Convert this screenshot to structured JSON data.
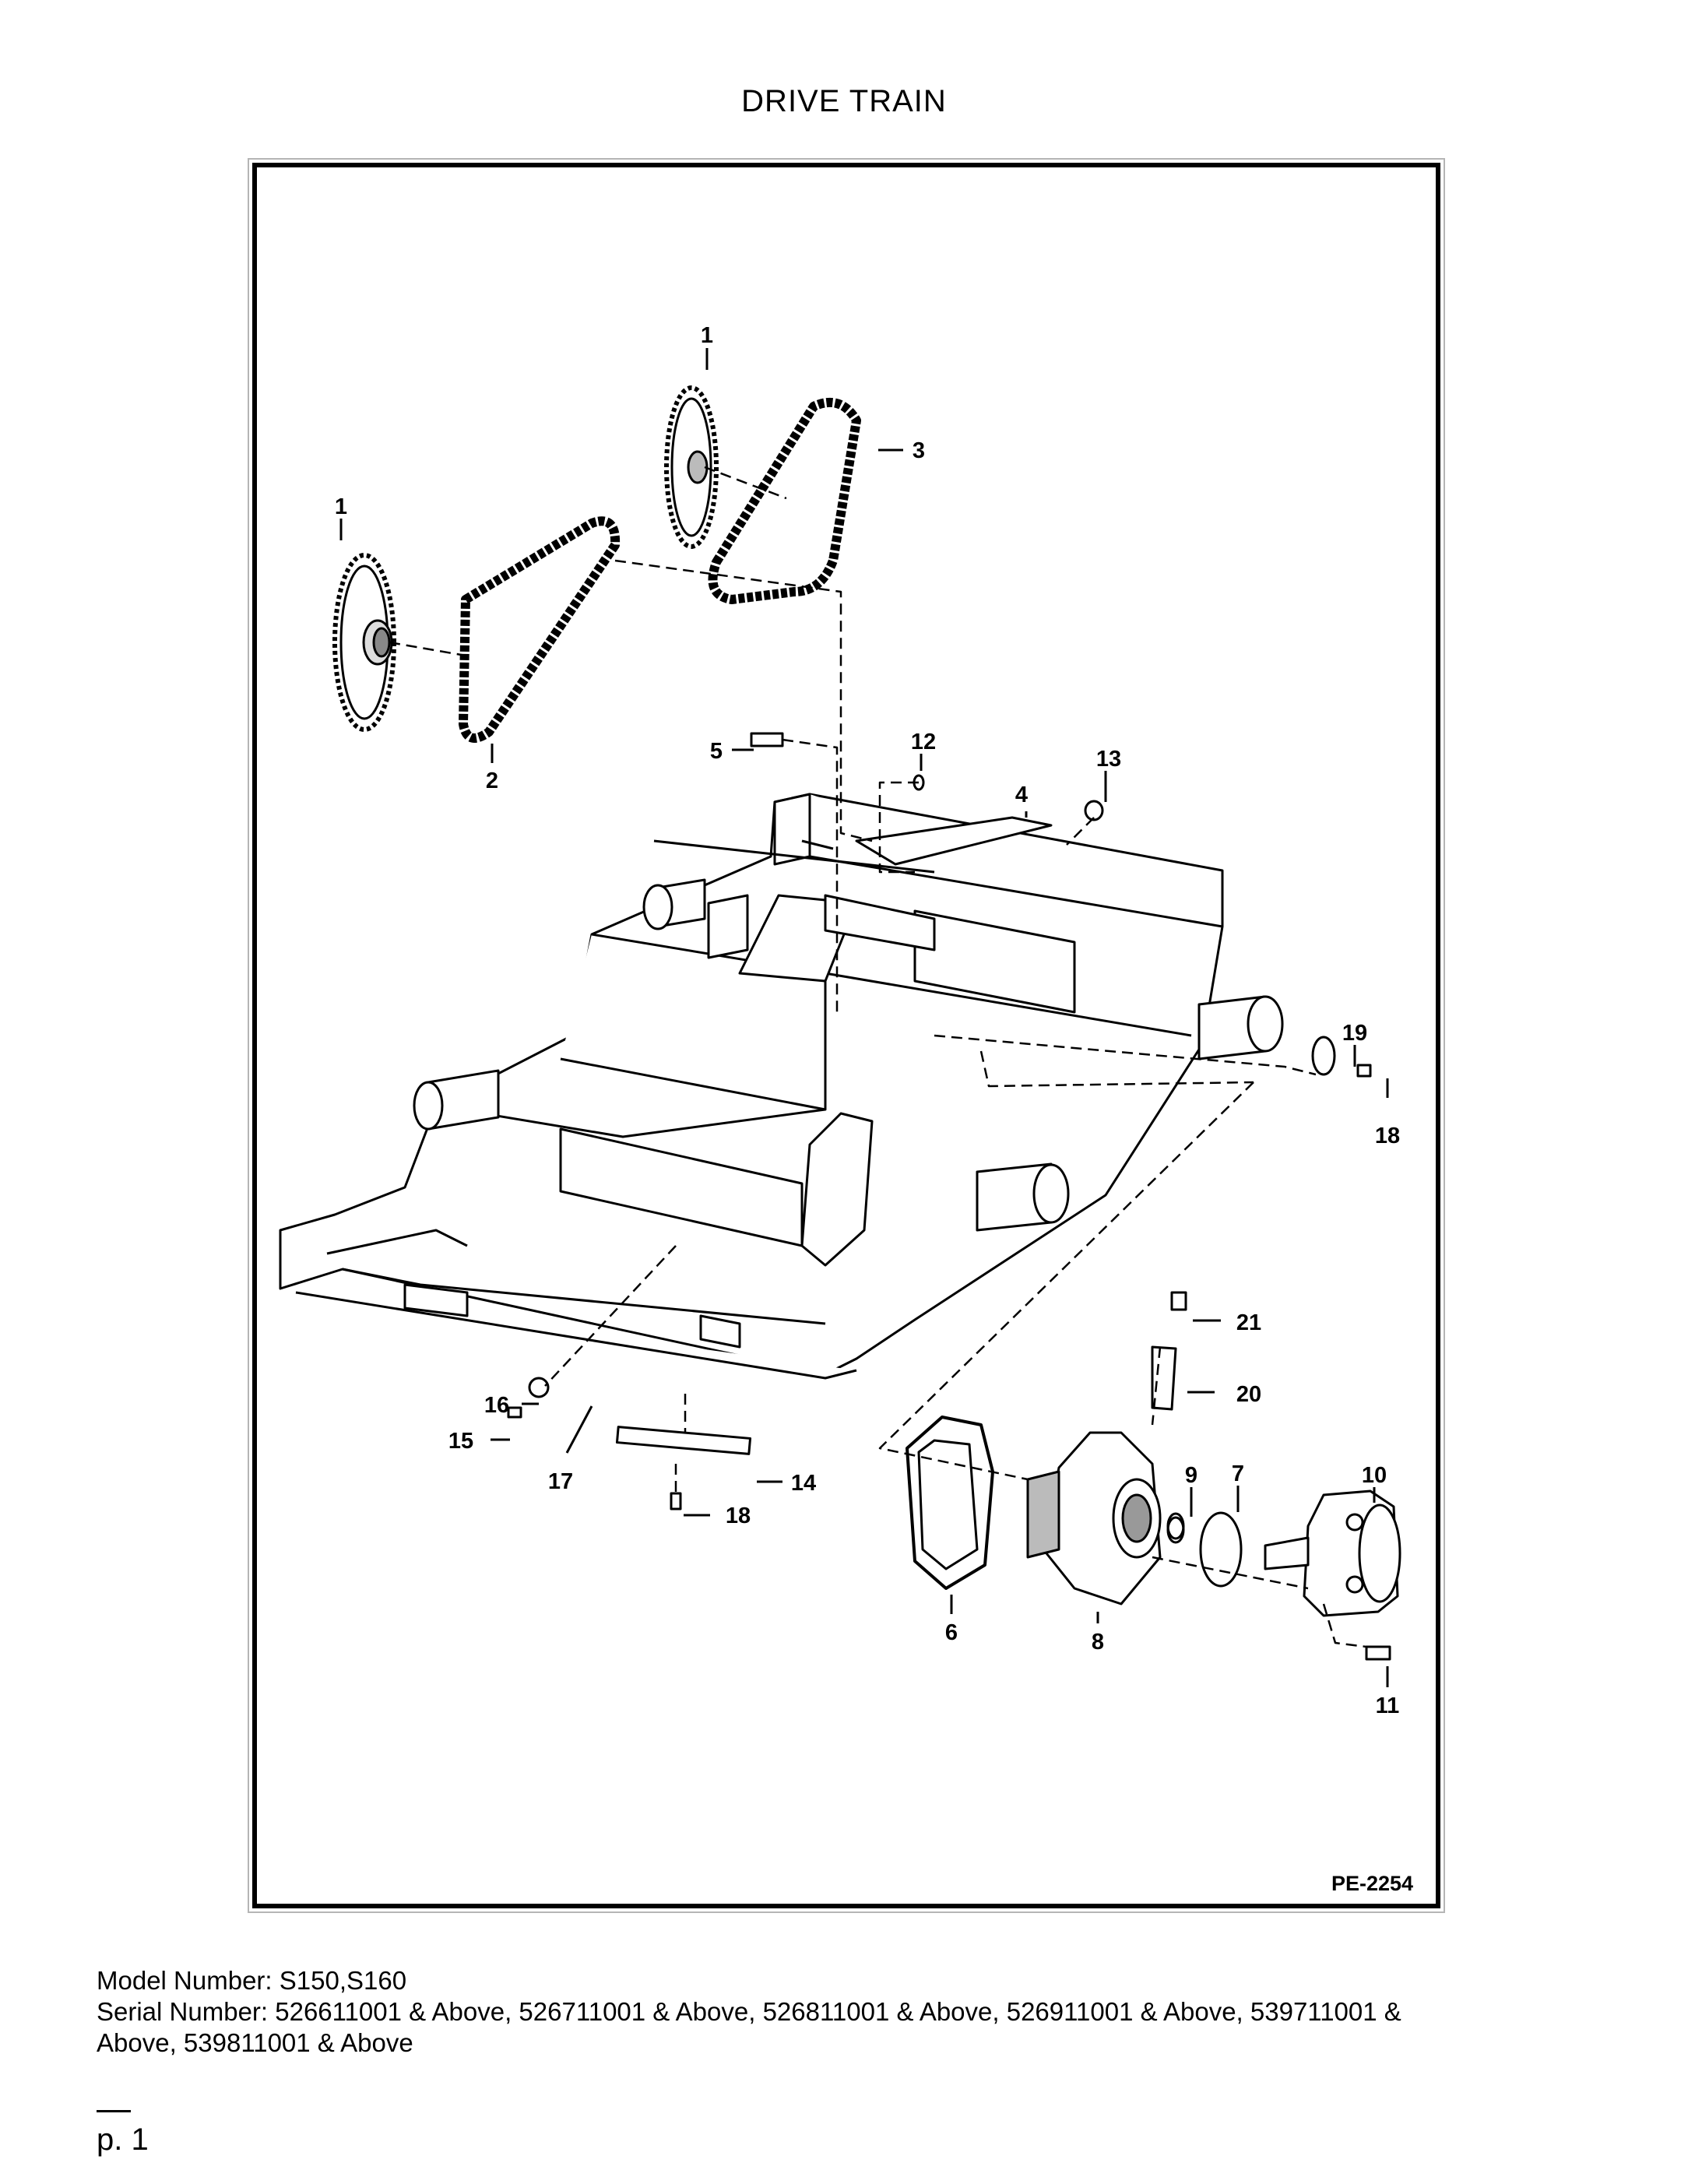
{
  "title": "DRIVE TRAIN",
  "figure_id": "PE-2254",
  "callouts": [
    "1",
    "1",
    "2",
    "3",
    "4",
    "5",
    "6",
    "7",
    "8",
    "9",
    "10",
    "11",
    "12",
    "13",
    "14",
    "15",
    "16",
    "17",
    "18",
    "18",
    "19",
    "20",
    "21"
  ],
  "footer": {
    "model": "Model Number: S150,S160",
    "serial_line1": "Serial Number: 526611001 & Above, 526711001 & Above, 526811001 & Above, 526911001 & Above, 539711001 &",
    "serial_line2": "Above, 539811001 & Above"
  },
  "page": "p. 1"
}
